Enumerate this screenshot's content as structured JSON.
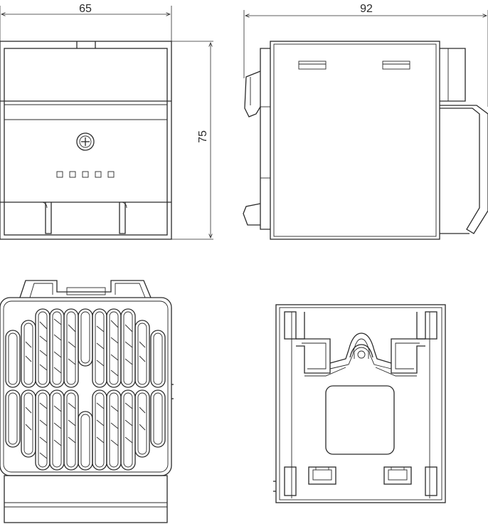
{
  "dimensions": {
    "width_front": "65",
    "depth_side": "92",
    "height": "75"
  },
  "views": [
    "front-view",
    "side-view",
    "bottom-grille-view",
    "rear-view"
  ]
}
